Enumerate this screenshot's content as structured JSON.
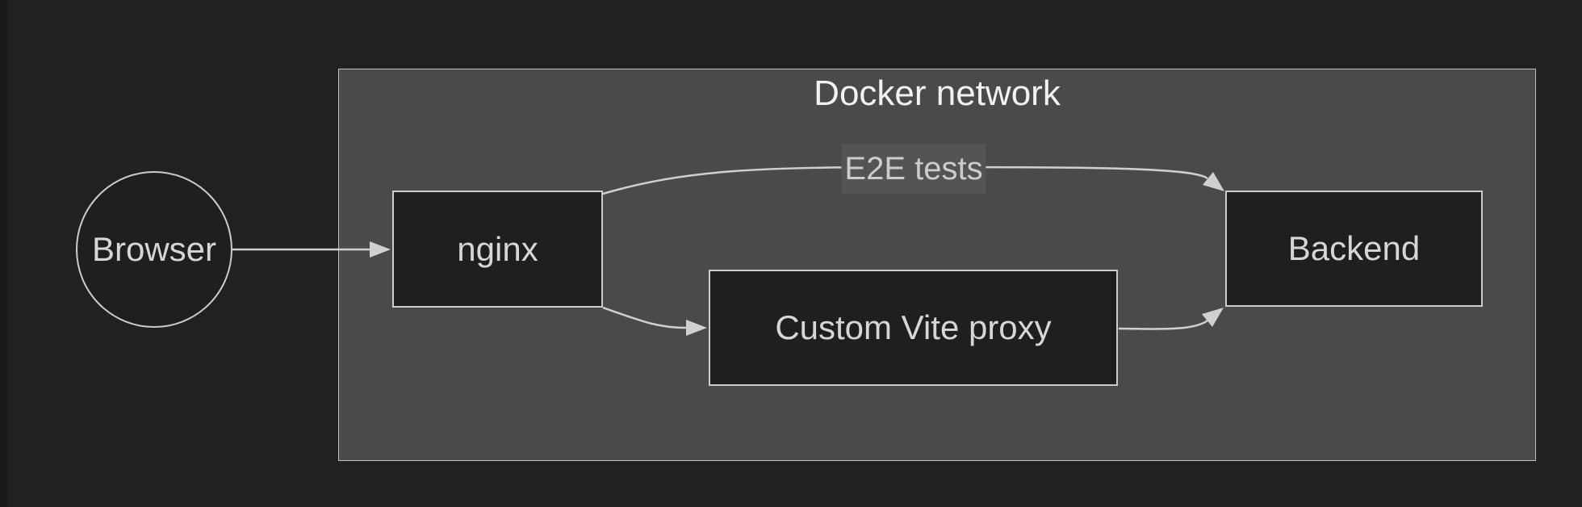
{
  "diagram": {
    "type": "flowchart",
    "cluster": {
      "label": "Docker network"
    },
    "nodes": [
      {
        "id": "browser",
        "label": "Browser",
        "shape": "circle"
      },
      {
        "id": "nginx",
        "label": "nginx",
        "shape": "rect"
      },
      {
        "id": "vite-proxy",
        "label": "Custom Vite proxy",
        "shape": "rect"
      },
      {
        "id": "backend",
        "label": "Backend",
        "shape": "rect"
      }
    ],
    "edges": [
      {
        "from": "browser",
        "to": "nginx",
        "label": ""
      },
      {
        "from": "nginx",
        "to": "backend",
        "label": "E2E tests"
      },
      {
        "from": "nginx",
        "to": "vite-proxy",
        "label": ""
      },
      {
        "from": "vite-proxy",
        "to": "backend",
        "label": ""
      }
    ],
    "colors": {
      "canvas_background": "#212121",
      "window_edge": "#191919",
      "cluster_fill": "#4a4a4a",
      "cluster_border": "#c0c0c0",
      "node_fill": "#1f1f1f",
      "node_border": "#cccccc",
      "node_text": "#d6d6d6",
      "cluster_title_text": "#f2f2f2",
      "edge_line": "#d0d0d0",
      "edge_label_background": "#545454",
      "edge_label_text": "#cccccc"
    }
  }
}
